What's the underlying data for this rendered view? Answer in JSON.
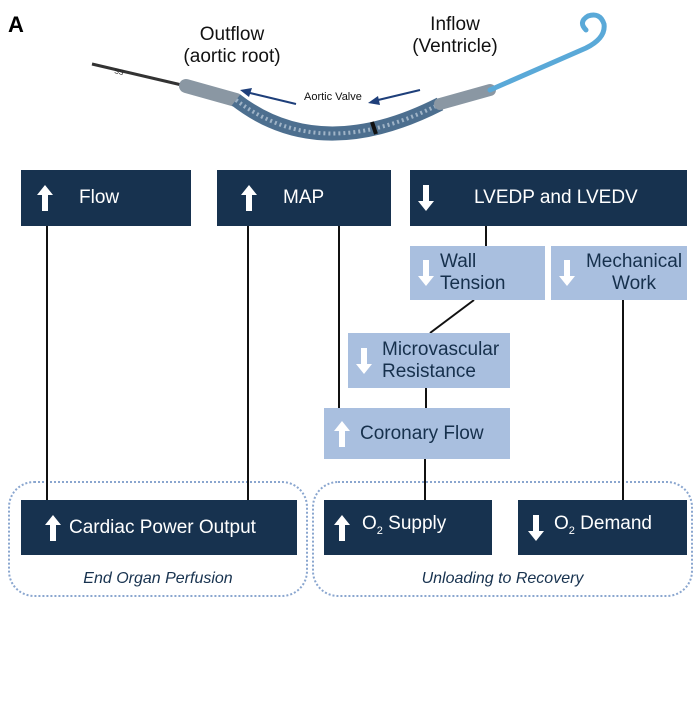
{
  "panel_letter": "A",
  "device": {
    "outflow_line1": "Outflow",
    "outflow_line2": "(aortic root)",
    "inflow_line1": "Inflow",
    "inflow_line2": "(Ventricle)",
    "valve_label": "Aortic Valve",
    "colors": {
      "shaft": "#5a7a9a",
      "tip": "#5aa9d8",
      "motor": "#8a97a3"
    }
  },
  "nodes": {
    "flow": {
      "label": "Flow",
      "direction": "up"
    },
    "map": {
      "label": "MAP",
      "direction": "up"
    },
    "lvedp": {
      "label": "LVEDP and LVEDV",
      "direction": "down"
    },
    "wall_tension": {
      "label": "Wall Tension",
      "direction": "down"
    },
    "mech_work": {
      "line1": "Mechanical",
      "line2": "Work",
      "direction": "down"
    },
    "micro_res": {
      "line1": "Microvascular",
      "line2": "Resistance",
      "direction": "down"
    },
    "coronary_flow": {
      "label": "Coronary Flow",
      "direction": "up"
    },
    "cpo": {
      "label": "Cardiac Power Output",
      "direction": "up"
    },
    "o2_supply": {
      "prefix": "O",
      "sub": "2",
      "suffix": " Supply",
      "direction": "up"
    },
    "o2_demand": {
      "prefix": "O",
      "sub": "2",
      "suffix": " Demand",
      "direction": "down"
    }
  },
  "groups": {
    "left": "End Organ Perfusion",
    "right": "Unloading to Recovery"
  },
  "colors": {
    "dark_box": "#17324f",
    "light_box": "#a9bfdf",
    "group_border": "#8aa6cf"
  }
}
